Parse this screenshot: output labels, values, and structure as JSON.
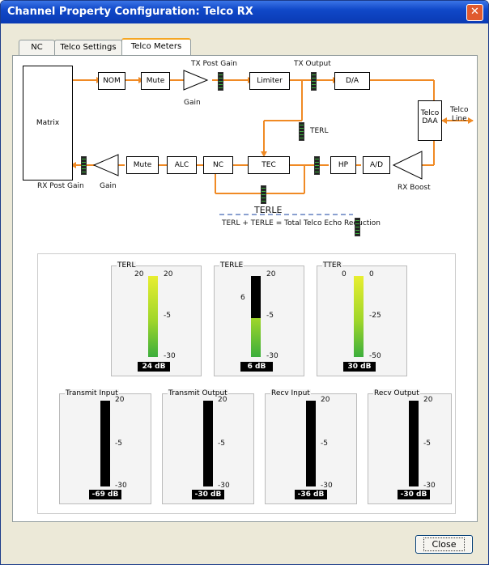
{
  "window": {
    "title": "Channel Property Configuration: Telco RX",
    "close_glyph": "✕"
  },
  "tabs": [
    {
      "label": "NC",
      "active": false
    },
    {
      "label": "Telco Settings",
      "active": false
    },
    {
      "label": "Telco Meters",
      "active": true
    }
  ],
  "diagram": {
    "matrix": "Matrix",
    "nom": "NOM",
    "mute_top": "Mute",
    "gain_top": "Gain",
    "tx_post_gain": "TX Post Gain",
    "limiter": "Limiter",
    "tx_output": "TX Output",
    "da": "D/A",
    "telco_daa_1": "Telco",
    "telco_daa_2": "DAA",
    "telco_line_1": "Telco",
    "telco_line_2": "Line",
    "terl": "TERL",
    "rx_post_gain": "RX Post Gain",
    "gain_bottom": "Gain",
    "mute_bottom": "Mute",
    "alc": "ALC",
    "nc": "NC",
    "tec": "TEC",
    "hp": "HP",
    "ad": "A/D",
    "rx_boost": "RX Boost",
    "terle": "TERLE",
    "equation": "TERL + TERLE = Total Telco Echo Reduction"
  },
  "top_meters": [
    {
      "title": "TERL",
      "scale": [
        "20",
        "-5",
        "-30"
      ],
      "value": "24 dB",
      "fill_color": "green-yellow",
      "fill_fraction": 1.0,
      "extra_tick": ""
    },
    {
      "title": "TERLE",
      "scale": [
        "20",
        "-5",
        "-30"
      ],
      "value": "6 dB",
      "fill_color": "green",
      "fill_fraction": 0.48,
      "extra_tick": "6"
    },
    {
      "title": "TTER",
      "scale": [
        "0",
        "-25",
        "-50"
      ],
      "value": "30 dB",
      "fill_color": "green-yellow",
      "fill_fraction": 1.0,
      "extra_tick": ""
    }
  ],
  "bottom_meters": [
    {
      "title": "Transmit Input",
      "scale": [
        "20",
        "-5",
        "-30"
      ],
      "value": "-69 dB"
    },
    {
      "title": "Transmit Output",
      "scale": [
        "20",
        "-5",
        "-30"
      ],
      "value": "-30 dB"
    },
    {
      "title": "Recv Input",
      "scale": [
        "20",
        "-5",
        "-30"
      ],
      "value": "-36 dB"
    },
    {
      "title": "Recv Output",
      "scale": [
        "20",
        "-5",
        "-30"
      ],
      "value": "-30 dB"
    }
  ],
  "close_button": "Close",
  "colors": {
    "accent_orange": "#f08a24",
    "title_blue": "#0a3ab4",
    "meter_green": "#3cae3c",
    "meter_yellow": "#e8ee30"
  }
}
